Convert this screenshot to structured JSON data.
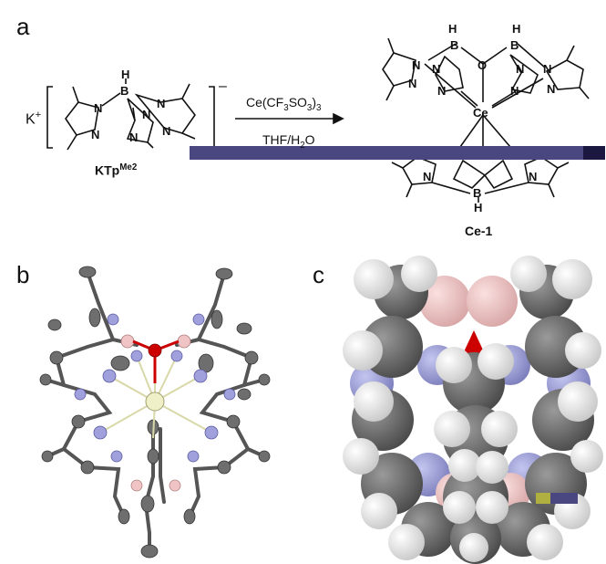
{
  "panels": {
    "a": "a",
    "b": "b",
    "c": "c"
  },
  "reaction": {
    "counter_ion": "K",
    "counter_ion_charge": "+",
    "ligand_charge": "–",
    "ligand_name": "KTp",
    "ligand_sup": "Me2",
    "reagent_main": "Ce(CF",
    "reagent_sub1": "3",
    "reagent_mid": "SO",
    "reagent_sub2": "3",
    "reagent_close": ")",
    "reagent_sub3": "3",
    "solvent_main": "THF/H",
    "solvent_sub": "2",
    "solvent_end": "O",
    "product_name": "Ce-1"
  },
  "atoms": {
    "boron": "B",
    "hydrogen": "H",
    "nitrogen": "N",
    "oxygen": "O",
    "cerium": "Ce"
  },
  "colors": {
    "carbon": "#6e6e6e",
    "nitrogen": "#9fa0dc",
    "boron": "#f0c4c4",
    "oxygen": "#cc0000",
    "cerium": "#f0f0c8",
    "hydrogen": "#f2f2f2",
    "overlay_bar": "#4a4680"
  }
}
